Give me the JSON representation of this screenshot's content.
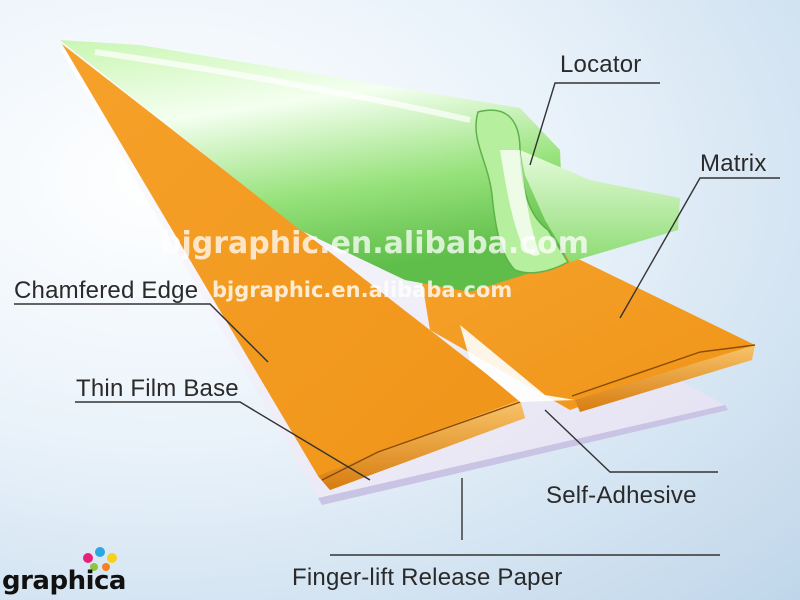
{
  "labels": {
    "locator": "Locator",
    "matrix": "Matrix",
    "chamfered_edge": "Chamfered Edge",
    "thin_film_base": "Thin Film Base",
    "self_adhesive": "Self-Adhesive",
    "release_paper": "Finger-lift Release Paper"
  },
  "watermark": {
    "line1": "bjgraphic.en.alibaba.com",
    "line2": "bjgraphic.en.alibaba.com"
  },
  "logo": {
    "text": "graphica"
  },
  "colors": {
    "matrix_orange": "#f39a1e",
    "locator_green": "#8fe27a",
    "release_paper": "#f3f1fb",
    "leader_line": "#333333"
  }
}
